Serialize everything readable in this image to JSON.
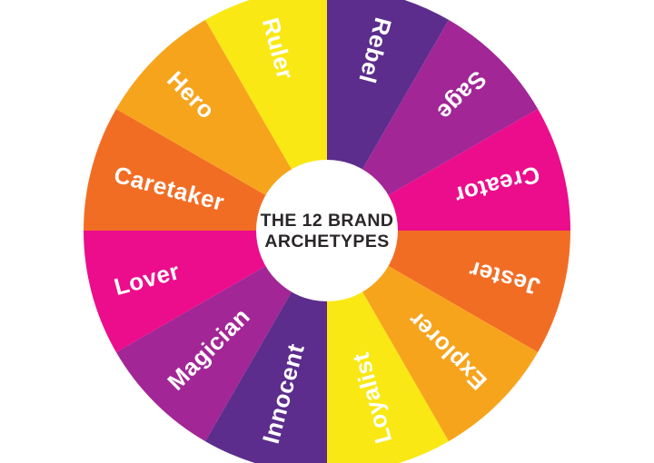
{
  "title": {
    "line1": "THE 12 BRAND",
    "line2": "ARCHETYPES",
    "color": "#2b2728"
  },
  "wheel": {
    "center_fill": "#ffffff",
    "label_color": "#ffffff",
    "segments": [
      {
        "label": "Rebel",
        "color": "#5C2D8C"
      },
      {
        "label": "Sage",
        "color": "#A22696"
      },
      {
        "label": "Creator",
        "color": "#EB0D8C"
      },
      {
        "label": "Jester",
        "color": "#F26D24"
      },
      {
        "label": "Explorer",
        "color": "#F7A41D"
      },
      {
        "label": "Loyalist",
        "color": "#F9E814"
      },
      {
        "label": "Innocent",
        "color": "#5C2D8C"
      },
      {
        "label": "Magician",
        "color": "#A22696"
      },
      {
        "label": "Lover",
        "color": "#EB0D8C"
      },
      {
        "label": "Caretaker",
        "color": "#F26D24"
      },
      {
        "label": "Hero",
        "color": "#F7A41D"
      },
      {
        "label": "Ruler",
        "color": "#F9E814"
      }
    ]
  }
}
